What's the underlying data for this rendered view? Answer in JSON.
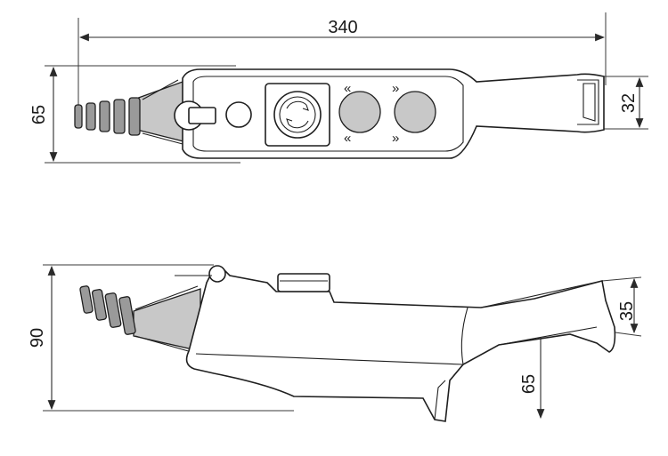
{
  "dimensions": {
    "overall_length": "340",
    "top_height": "65",
    "handle_height": "32",
    "side_height": "90",
    "side_handle_height": "35",
    "side_handle_offset": "65"
  },
  "colors": {
    "line": "#1f1f1f",
    "button_fill": "#c8c8c8",
    "boot_fill": "#9a9a9a"
  }
}
